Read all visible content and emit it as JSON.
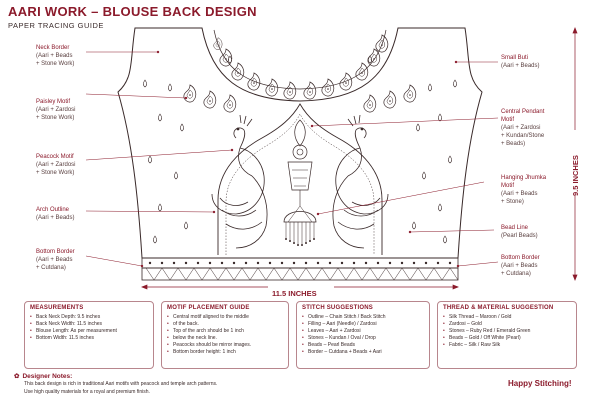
{
  "header": {
    "title": "AARI WORK – BLOUSE BACK DESIGN",
    "subtitle": "PAPER TRACING GUIDE"
  },
  "labels": {
    "neck_border": {
      "title": "Neck Border",
      "sub1": "(Aari + Beads",
      "sub2": "+ Stone Work)"
    },
    "paisley_motif": {
      "title": "Paisley Motif",
      "sub1": "(Aari + Zardosi",
      "sub2": "+ Stone Work)"
    },
    "peacock_motif": {
      "title": "Peacock Motif",
      "sub1": "(Aari + Zardosi",
      "sub2": "+ Stone Work)"
    },
    "arch_outline": {
      "title": "Arch Outline",
      "sub1": "(Aari + Beads)"
    },
    "bottom_border_left": {
      "title": "Bottom Border",
      "sub1": "(Aari + Beads",
      "sub2": "+ Cutdana)"
    },
    "small_buti": {
      "title": "Small Buti",
      "sub1": "(Aari + Beads)"
    },
    "central_pendant": {
      "title": "Central Pendant",
      "title2": "Motif",
      "sub1": "(Aari + Zardosi",
      "sub2": "+ Kundan/Stone",
      "sub3": "+ Beads)"
    },
    "hanging_jhumka": {
      "title": "Hanging Jhumka",
      "title2": "Motif",
      "sub1": "(Aari + Beads",
      "sub2": "+ Stone)"
    },
    "bead_line": {
      "title": "Bead Line",
      "sub1": "(Pearl Beads)"
    },
    "bottom_border_right": {
      "title": "Bottom Border",
      "sub1": "(Aari + Beads",
      "sub2": "+ Cutdana)"
    }
  },
  "dimensions": {
    "width": "11.5 INCHES",
    "height": "9.5 INCHES"
  },
  "cards": {
    "measurements": {
      "title": "MEASUREMENTS",
      "items": [
        "Back Neck Depth: 9.5 inches",
        "Back Neck Width: 11.5 inches",
        "Blouse Length: As per measurement",
        "Bottom Width: 11.5 inches"
      ]
    },
    "motif_placement": {
      "title": "MOTIF PLACEMENT GUIDE",
      "items": [
        "Central motif aligned to the middle",
        "of the back.",
        "Top of the arch should be 1 inch",
        "below the neck line.",
        "Peacocks should be mirror images.",
        "Bottom border height: 1 inch"
      ]
    },
    "stitch": {
      "title": "STITCH SUGGESTIONS",
      "items": [
        "Outline – Chain Stitch / Back Stitch",
        "Filling – Aari (Needle) / Zardosi",
        "Leaves – Aari + Zardosi",
        "Stones – Kundan / Oval / Drop",
        "Beads – Pearl Beads",
        "Border – Cutdana + Beads + Aari"
      ]
    },
    "thread": {
      "title": "THREAD & MATERIAL SUGGESTION",
      "items": [
        "Silk Thread – Maroon / Gold",
        "Zardosi – Gold",
        "Stones – Ruby Red / Emerald Green",
        "Beads – Gold / Off White (Pearl)",
        "Fabric – Silk / Raw Silk"
      ]
    }
  },
  "notes": {
    "title": "Designer Notes:",
    "line1": "This back design is rich in traditional Aari motifs with peacock and temple arch patterns.",
    "line2": "Use high quality materials for a royal and premium finish."
  },
  "footer": {
    "happy": "Happy Stitching!"
  },
  "colors": {
    "accent": "#8b1a2b",
    "line": "#3a2a2a"
  }
}
